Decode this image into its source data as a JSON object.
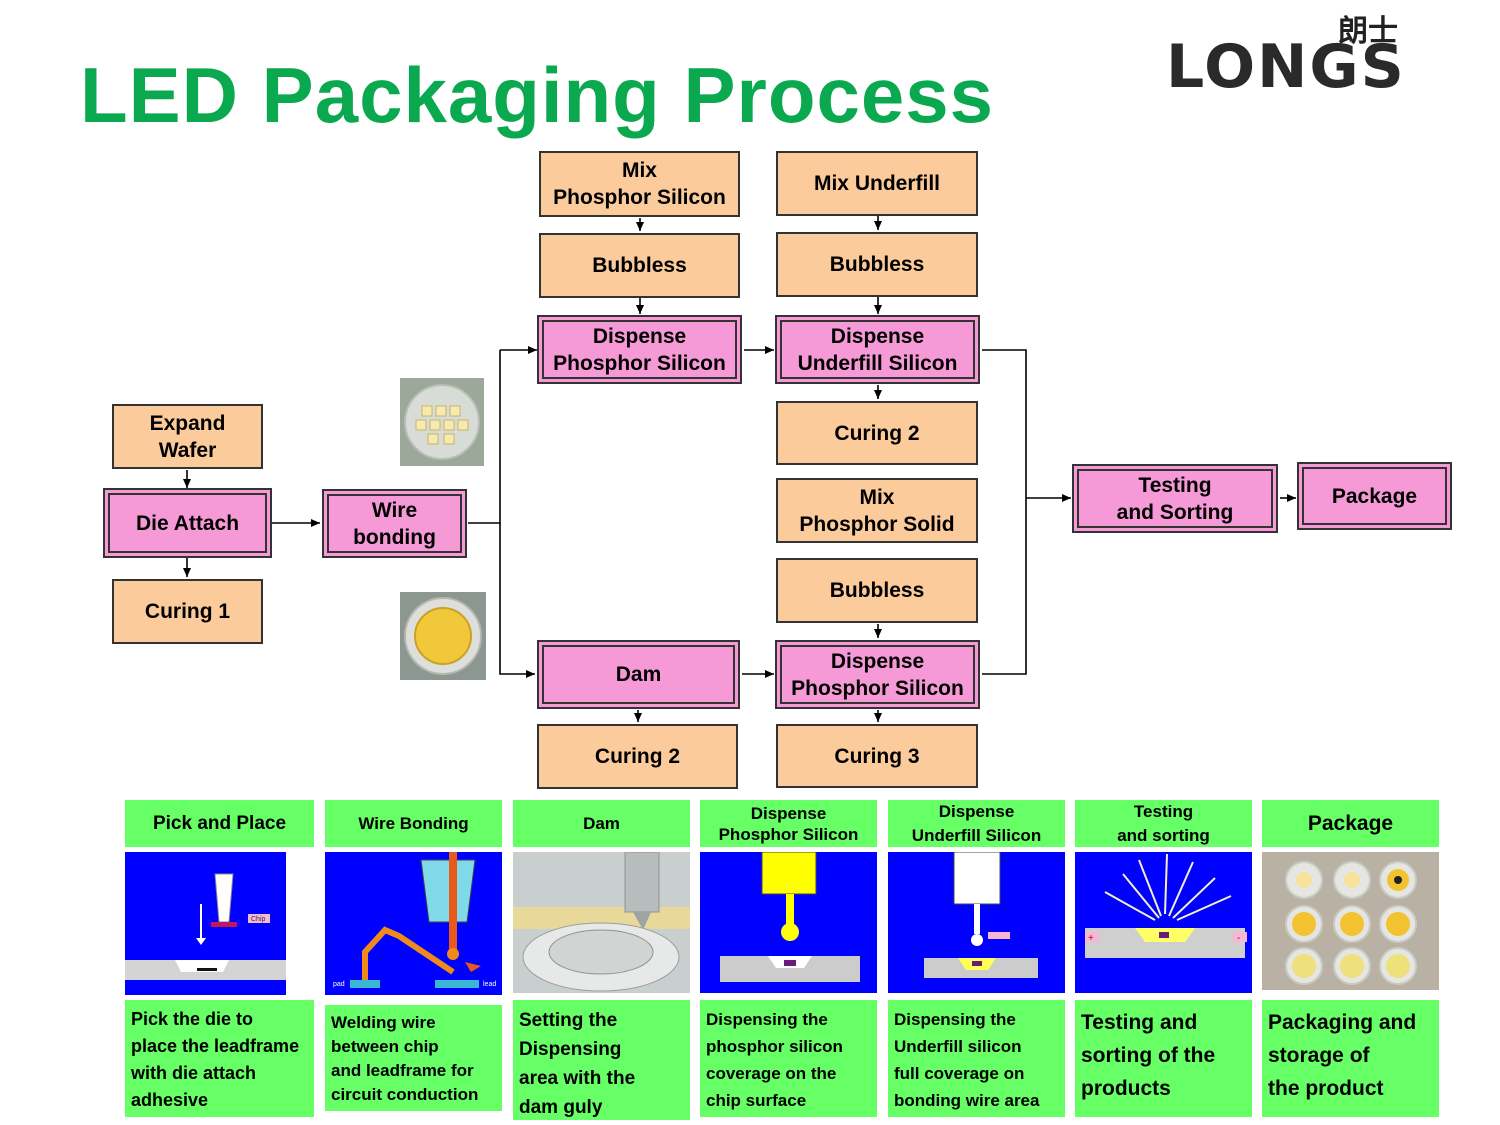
{
  "title": "LED Packaging Process",
  "logo": {
    "cn": "朗士",
    "text": "LONGS"
  },
  "colors": {
    "title": "#0aa84f",
    "orange_box": "#fbcb9c",
    "pink_box": "#f59ad6",
    "caption": "#66ff66",
    "panel": "#0000ff"
  },
  "flow": {
    "expand_wafer": "Expand\nWafer",
    "die_attach": "Die  Attach",
    "curing1": "Curing 1",
    "wire_bonding": "Wire\nbonding",
    "mix_phosphor_silicon": "Mix\nPhosphor Silicon",
    "bubbless_a": "Bubbless",
    "dispense_phosphor_silicon_a": "Dispense\nPhosphor Silicon",
    "dam": "Dam",
    "curing2_a": "Curing 2",
    "mix_underfill": "Mix Underfill",
    "bubbless_b": "Bubbless",
    "dispense_underfill": "Dispense\nUnderfill Silicon",
    "curing2_b": "Curing 2",
    "mix_phosphor_solid": "Mix\nPhosphor Solid",
    "bubbless_c": "Bubbless",
    "dispense_phosphor_silicon_b": "Dispense\nPhosphor Silicon",
    "curing3": "Curing 3",
    "testing_sorting": "Testing\nand Sorting",
    "package": "Package"
  },
  "steps": [
    {
      "caption": "Pick and Place",
      "desc": "Pick the die to\nplace the leadframe\nwith die attach\nadhesive",
      "labels": [
        "Chip"
      ]
    },
    {
      "caption": "Wire Bonding",
      "desc": "Welding wire\nbetween chip\nand leadframe for\ncircuit conduction",
      "labels": [
        "pad",
        "lead"
      ]
    },
    {
      "caption": "Dam",
      "desc": "Setting the\nDispensing\narea with the\ndam guly"
    },
    {
      "caption": "Dispense\nPhosphor Silicon",
      "desc": "Dispensing the\nphosphor silicon\ncoverage on the\nchip surface"
    },
    {
      "caption": "Dispense\nUnderfill Silicon",
      "desc": "Dispensing the\nUnderfill silicon\nfull coverage on\nbonding wire area"
    },
    {
      "caption": "Testing\nand sorting",
      "desc": "Testing and\nsorting of the\nproducts",
      "labels": [
        "+",
        "-"
      ]
    },
    {
      "caption": "Package",
      "desc": "Packaging and\nstorage of\nthe product"
    }
  ]
}
